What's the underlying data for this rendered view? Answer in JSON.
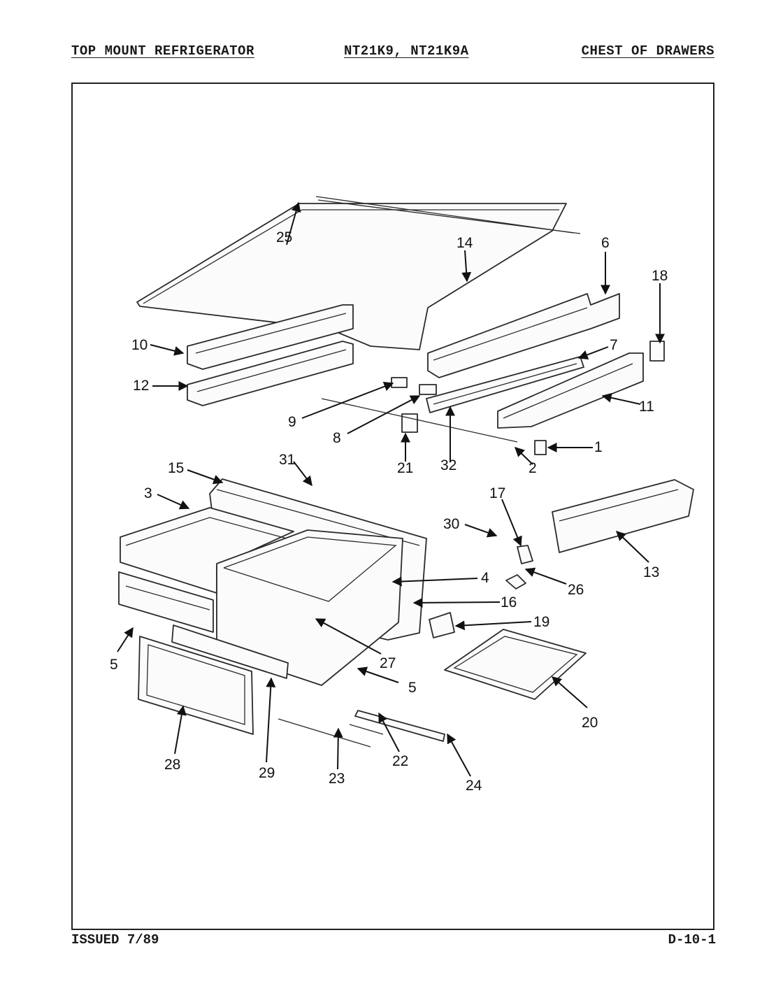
{
  "header": {
    "left": "TOP MOUNT REFRIGERATOR",
    "center": "NT21K9, NT21K9A",
    "right": "CHEST OF DRAWERS"
  },
  "footer": {
    "left": "ISSUED 7/89",
    "right": "D-10-1"
  },
  "callouts": [
    "25",
    "14",
    "6",
    "18",
    "10",
    "7",
    "12",
    "11",
    "9",
    "8",
    "1",
    "21",
    "32",
    "2",
    "31",
    "15",
    "3",
    "17",
    "30",
    "13",
    "26",
    "4",
    "16",
    "19",
    "27",
    "5",
    "5",
    "20",
    "28",
    "29",
    "23",
    "22",
    "24"
  ]
}
